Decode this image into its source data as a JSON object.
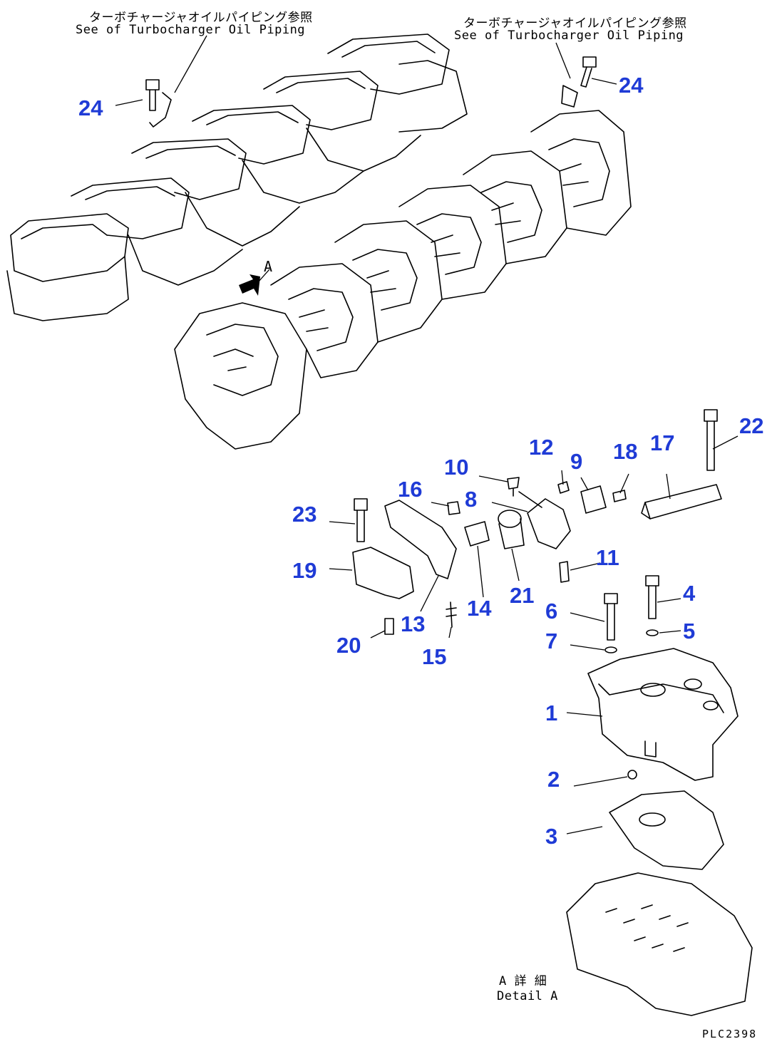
{
  "notes": {
    "left_jp": "ターボチャージャオイルパイピング参照",
    "left_en": "See of Turbocharger Oil Piping",
    "right_jp": "ターボチャージャオイルパイピング参照",
    "right_en": "See of Turbocharger Oil Piping"
  },
  "view_marker": "A",
  "detail": {
    "jp": "A 詳 細",
    "en": "Detail A"
  },
  "drawing_ref": "PLC2398",
  "callouts": {
    "c24a": "24",
    "c24b": "24",
    "c22": "22",
    "c17": "17",
    "c18": "18",
    "c12": "12",
    "c9": "9",
    "c10": "10",
    "c8": "8",
    "c16": "16",
    "c23": "23",
    "c19": "19",
    "c11": "11",
    "c21": "21",
    "c14": "14",
    "c13": "13",
    "c20": "20",
    "c15": "15",
    "c4": "4",
    "c6": "6",
    "c5": "5",
    "c7": "7",
    "c1": "1",
    "c2": "2",
    "c3": "3"
  },
  "colors": {
    "callout": "#1f3bd6",
    "line": "#000000",
    "background": "#ffffff"
  }
}
